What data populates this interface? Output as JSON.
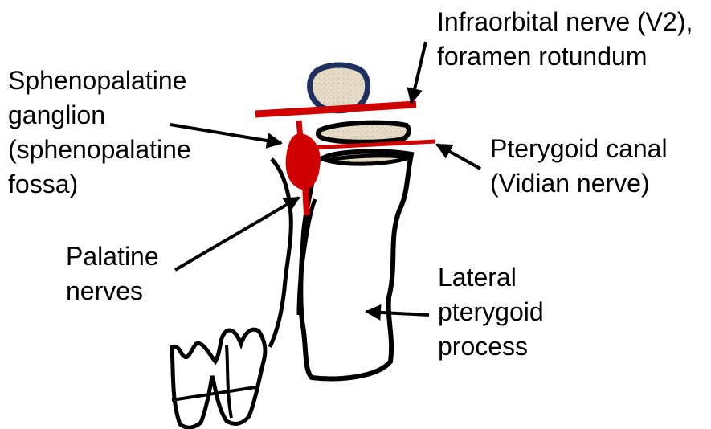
{
  "labels": {
    "infraorbital": [
      "Infraorbital nerve (V2),",
      "foramen rotundum"
    ],
    "sphenopalatine_ganglion": [
      "Sphenopalatine",
      "ganglion",
      "(sphenopalatine",
      "fossa)"
    ],
    "pterygoid_canal": [
      "Pterygoid canal",
      "(Vidian nerve)"
    ],
    "palatine_nerves": [
      "Palatine",
      "nerves"
    ],
    "lateral_pterygoid": [
      "Lateral",
      "pterygoid",
      "process"
    ]
  },
  "colors": {
    "nerve_red": "#d10000",
    "outline_black": "#000000",
    "orbit_navy": "#1f3060",
    "bone_fill": "#e6dcc8"
  }
}
